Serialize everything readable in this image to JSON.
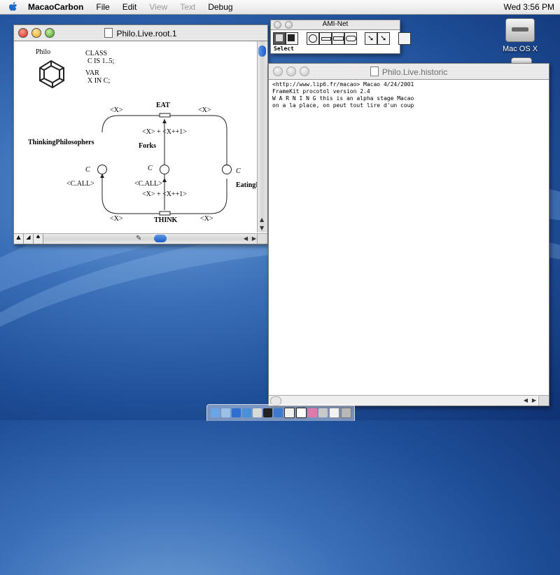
{
  "colors": {
    "accent": "#1c5dc4",
    "desktop": "#2a5aa6",
    "close": "#d8231b",
    "minimize": "#e0a310",
    "zoom": "#3f9e1c"
  },
  "menubar": {
    "app_name": "MacaoCarbon",
    "items": [
      "File",
      "Edit",
      "View",
      "Text",
      "Debug"
    ],
    "clock": "Wed 3:56 PM"
  },
  "desktop": {
    "disk_label": "Mac OS X"
  },
  "philo_window": {
    "title": "Philo.Live.root.1",
    "logo_label": "Philo",
    "decl": {
      "class_kw": "CLASS",
      "class_def": "C IS 1..5;",
      "var_kw": "VAR",
      "var_def": "X IN C;"
    },
    "net": {
      "eat": "EAT",
      "think": "THINK",
      "thinking": "ThinkingPhilosophers",
      "forks": "Forks",
      "eating": "EatingP",
      "domain_c": "C",
      "x": "<X>",
      "x_plus": "<X> + <X++1>",
      "c_all": "<C.ALL>"
    }
  },
  "ami_window": {
    "title": "AMI-Net",
    "select_label": "Select",
    "tools": [
      "place-tool",
      "transition-tool",
      "arc-tool",
      "immediate-transition-tool",
      "arrow-tool",
      "select-arrow-tool",
      "blank-tool"
    ]
  },
  "historic_window": {
    "title": "Philo.Live.historic",
    "lines": [
      "<http://www.lip6.fr/macao> Macao 4/24/2001",
      "FrameKit procotol version 2.4",
      "W A R N I N G this is an alpha stage Macao",
      "on a la place, on peut tout lire d'un coup"
    ]
  },
  "dock": {
    "items": [
      "finder-icon",
      "mail-icon",
      "ie-icon",
      "sherlock-icon",
      "system-prefs-icon",
      "terminal-icon",
      "quicktime-icon",
      "itunes-icon",
      "macao-icon",
      "text-icon",
      "app-icon",
      "trash-icon",
      "doc-icon"
    ]
  }
}
